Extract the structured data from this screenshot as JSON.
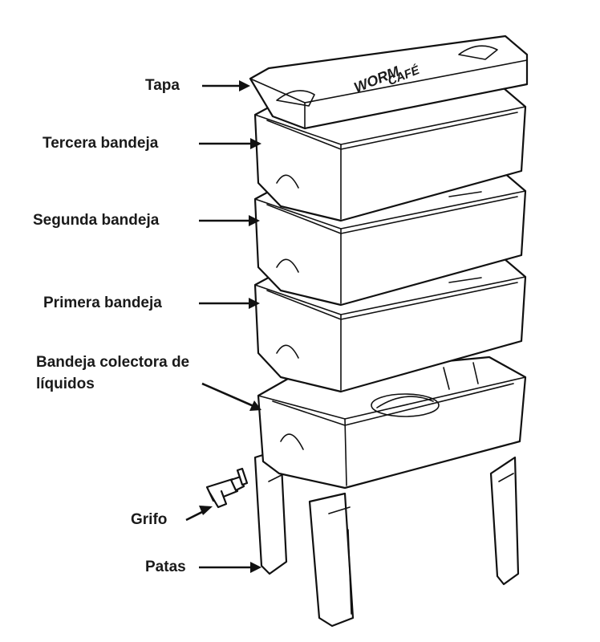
{
  "labels": {
    "tapa": "Tapa",
    "tercera": "Tercera bandeja",
    "segunda": "Segunda bandeja",
    "primera": "Primera bandeja",
    "colectora_line1": "Bandeja colectora de",
    "colectora_line2": "líquidos",
    "grifo": "Grifo",
    "patas": "Patas"
  },
  "logo": {
    "line1": "WORM",
    "line2": "CAFÉ"
  },
  "colors": {
    "line": "#111111",
    "background": "#ffffff"
  }
}
